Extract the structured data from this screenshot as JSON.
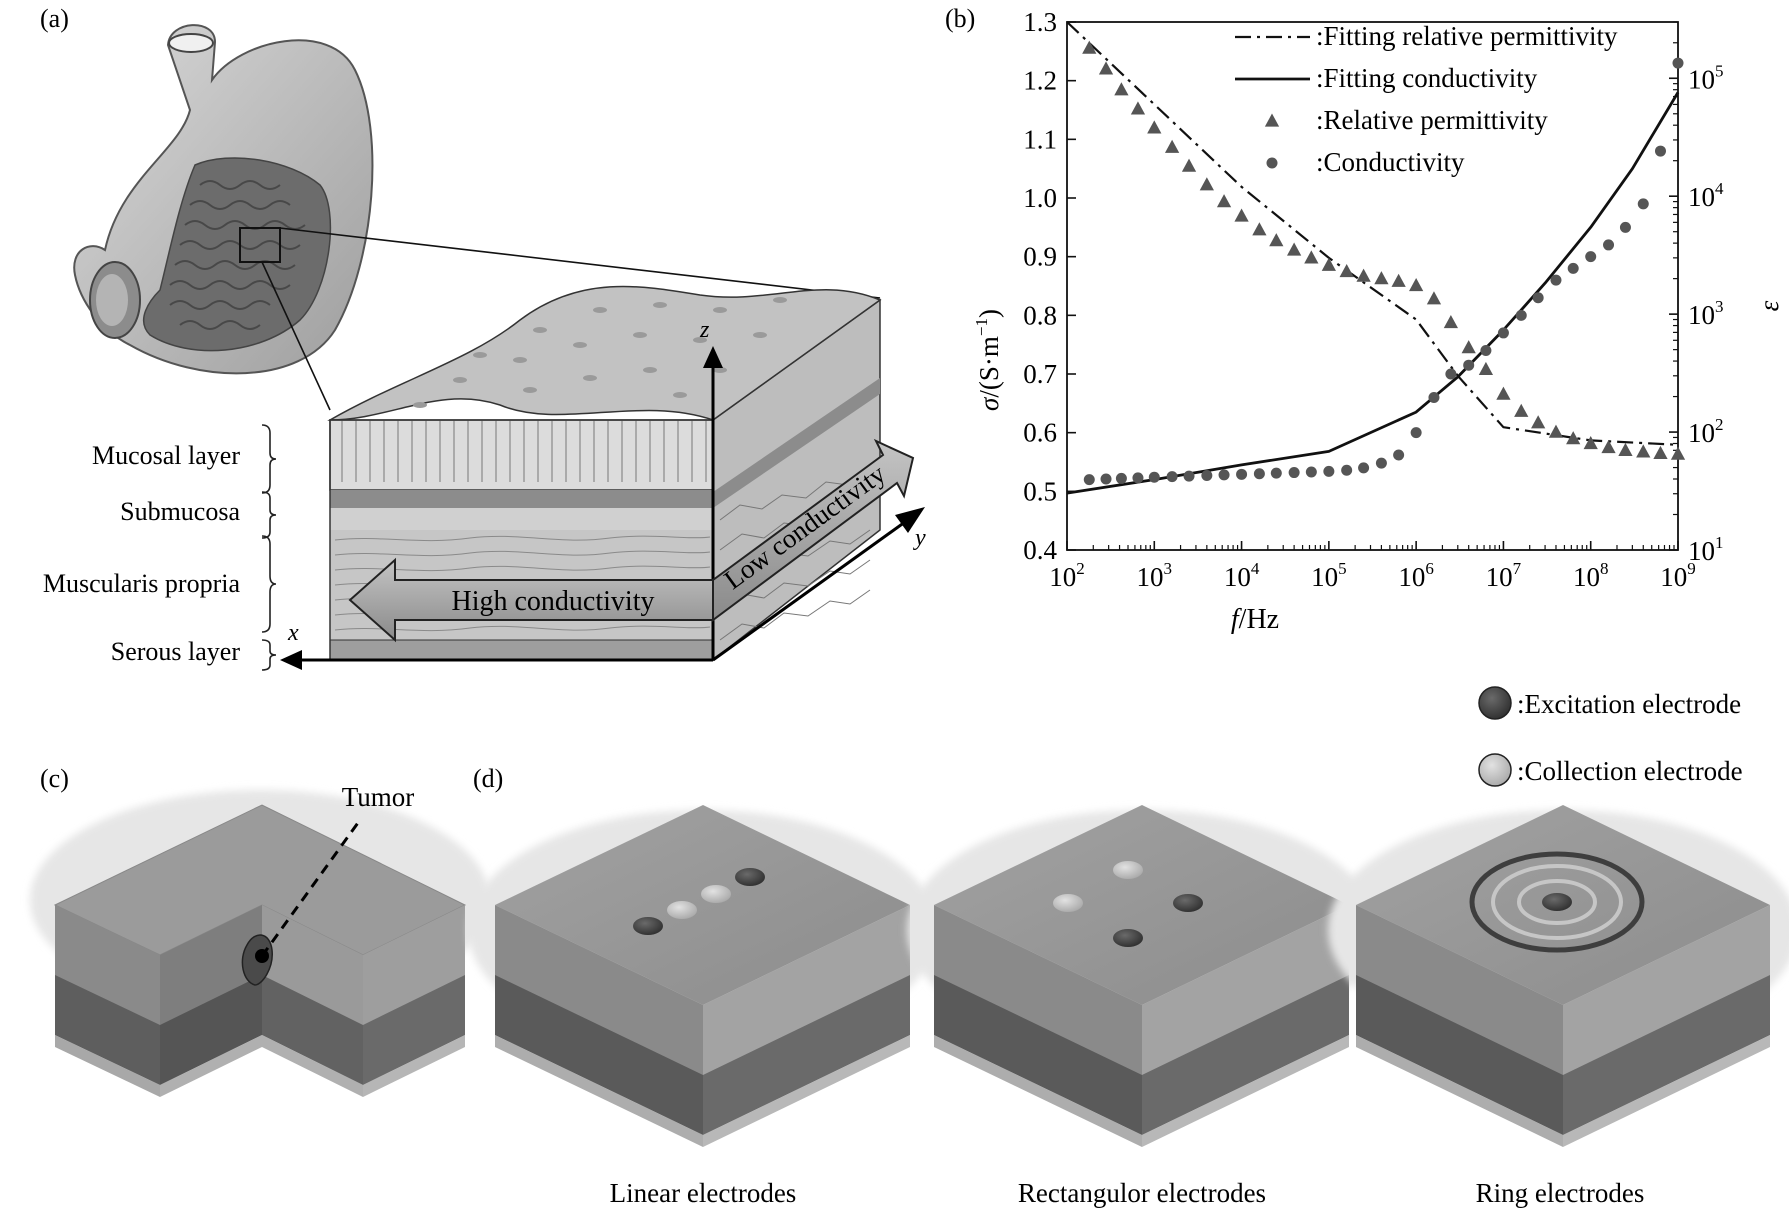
{
  "panels": {
    "a": "(a)",
    "b": "(b)",
    "c": "(c)",
    "d": "(d)"
  },
  "panel_a": {
    "layers": [
      "Mucosal layer",
      "Submucosa",
      "Muscularis propria",
      "Serous layer"
    ],
    "axes": {
      "x": "x",
      "y": "y",
      "z": "z"
    },
    "arrow_high": "High conductivity",
    "arrow_low": "Low conductivity"
  },
  "panel_c": {
    "tumor_label": "Tumor"
  },
  "panel_d": {
    "labels": [
      "Linear electrodes",
      "Rectangulor electrodes",
      "Ring electrodes"
    ],
    "legend": [
      {
        "label": ":Excitation electrode",
        "color": "#4a4a4a"
      },
      {
        "label": ":Collection electrode",
        "color": "#c8c8c8"
      }
    ]
  },
  "chart_data": {
    "type": "line",
    "xlabel_main": "f",
    "xlabel_unit": "/Hz",
    "ylabel_left_main": "σ",
    "ylabel_left_unit": "/(S·m",
    "ylabel_left_exp": "−1",
    "ylabel_left_close": ")",
    "ylabel_right": "ε",
    "x_scale": "log",
    "xlim": [
      100,
      1000000000
    ],
    "x_ticks": [
      {
        "base": "10",
        "exp": "2"
      },
      {
        "base": "10",
        "exp": "3"
      },
      {
        "base": "10",
        "exp": "4"
      },
      {
        "base": "10",
        "exp": "5"
      },
      {
        "base": "10",
        "exp": "6"
      },
      {
        "base": "10",
        "exp": "7"
      },
      {
        "base": "10",
        "exp": "8"
      },
      {
        "base": "10",
        "exp": "9"
      }
    ],
    "ylim_left": [
      0.4,
      1.3
    ],
    "y_ticks_left": [
      "0.4",
      "0.5",
      "0.6",
      "0.7",
      "0.8",
      "0.9",
      "1.0",
      "1.1",
      "1.2",
      "1.3"
    ],
    "y_scale_right": "log",
    "ylim_right": [
      10,
      300000
    ],
    "y_ticks_right": [
      {
        "base": "10",
        "exp": "1"
      },
      {
        "base": "10",
        "exp": "2"
      },
      {
        "base": "10",
        "exp": "3"
      },
      {
        "base": "10",
        "exp": "4"
      },
      {
        "base": "10",
        "exp": "5"
      }
    ],
    "legend_position": "top-right",
    "series": [
      {
        "name": ":Fitting relative permittivity",
        "style": "dashdot",
        "axis": "right",
        "x": [
          100,
          1000,
          10000,
          100000,
          1000000,
          3000000,
          10000000,
          100000000,
          1000000000
        ],
        "values": [
          300000,
          60000,
          12000,
          3000,
          900,
          300,
          110,
          85,
          78
        ]
      },
      {
        "name": ":Fitting conductivity",
        "style": "solid",
        "axis": "left",
        "x": [
          100,
          1000,
          10000,
          100000,
          1000000,
          3000000,
          10000000,
          30000000,
          100000000,
          300000000,
          1000000000
        ],
        "values": [
          0.497,
          0.52,
          0.545,
          0.568,
          0.635,
          0.695,
          0.775,
          0.855,
          0.95,
          1.05,
          1.18
        ]
      },
      {
        "name": ":Relative permittivity",
        "style": "triangle",
        "axis": "right",
        "x": [
          180,
          280,
          420,
          650,
          1000,
          1600,
          2500,
          4000,
          6300,
          10000,
          16000,
          25000,
          40000,
          63000,
          100000,
          160000,
          250000,
          400000,
          630000,
          1000000,
          1600000,
          2500000,
          4000000,
          6300000,
          10000000,
          16000000,
          25000000,
          40000000,
          63000000,
          100000000,
          160000000,
          250000000,
          400000000,
          630000000,
          1000000000
        ],
        "values": [
          180000,
          120000,
          80000,
          55000,
          38000,
          26000,
          18000,
          12500,
          9000,
          6800,
          5200,
          4200,
          3500,
          3000,
          2600,
          2300,
          2100,
          2000,
          1900,
          1750,
          1350,
          850,
          520,
          340,
          210,
          150,
          120,
          100,
          88,
          80,
          74,
          70,
          68,
          66,
          65
        ]
      },
      {
        "name": ":Conductivity",
        "style": "circle",
        "axis": "left",
        "x": [
          180,
          280,
          420,
          650,
          1000,
          1600,
          2500,
          4000,
          6300,
          10000,
          16000,
          25000,
          40000,
          63000,
          100000,
          160000,
          250000,
          400000,
          630000,
          1000000,
          1600000,
          2500000,
          4000000,
          6300000,
          10000000,
          16000000,
          25000000,
          40000000,
          63000000,
          100000000,
          160000000,
          250000000,
          400000000,
          630000000,
          1000000000
        ],
        "values": [
          0.52,
          0.521,
          0.522,
          0.523,
          0.524,
          0.525,
          0.526,
          0.527,
          0.528,
          0.529,
          0.53,
          0.531,
          0.532,
          0.533,
          0.534,
          0.536,
          0.54,
          0.548,
          0.562,
          0.6,
          0.66,
          0.7,
          0.715,
          0.74,
          0.77,
          0.8,
          0.83,
          0.86,
          0.88,
          0.9,
          0.92,
          0.95,
          0.99,
          1.08,
          1.23
        ]
      }
    ]
  }
}
